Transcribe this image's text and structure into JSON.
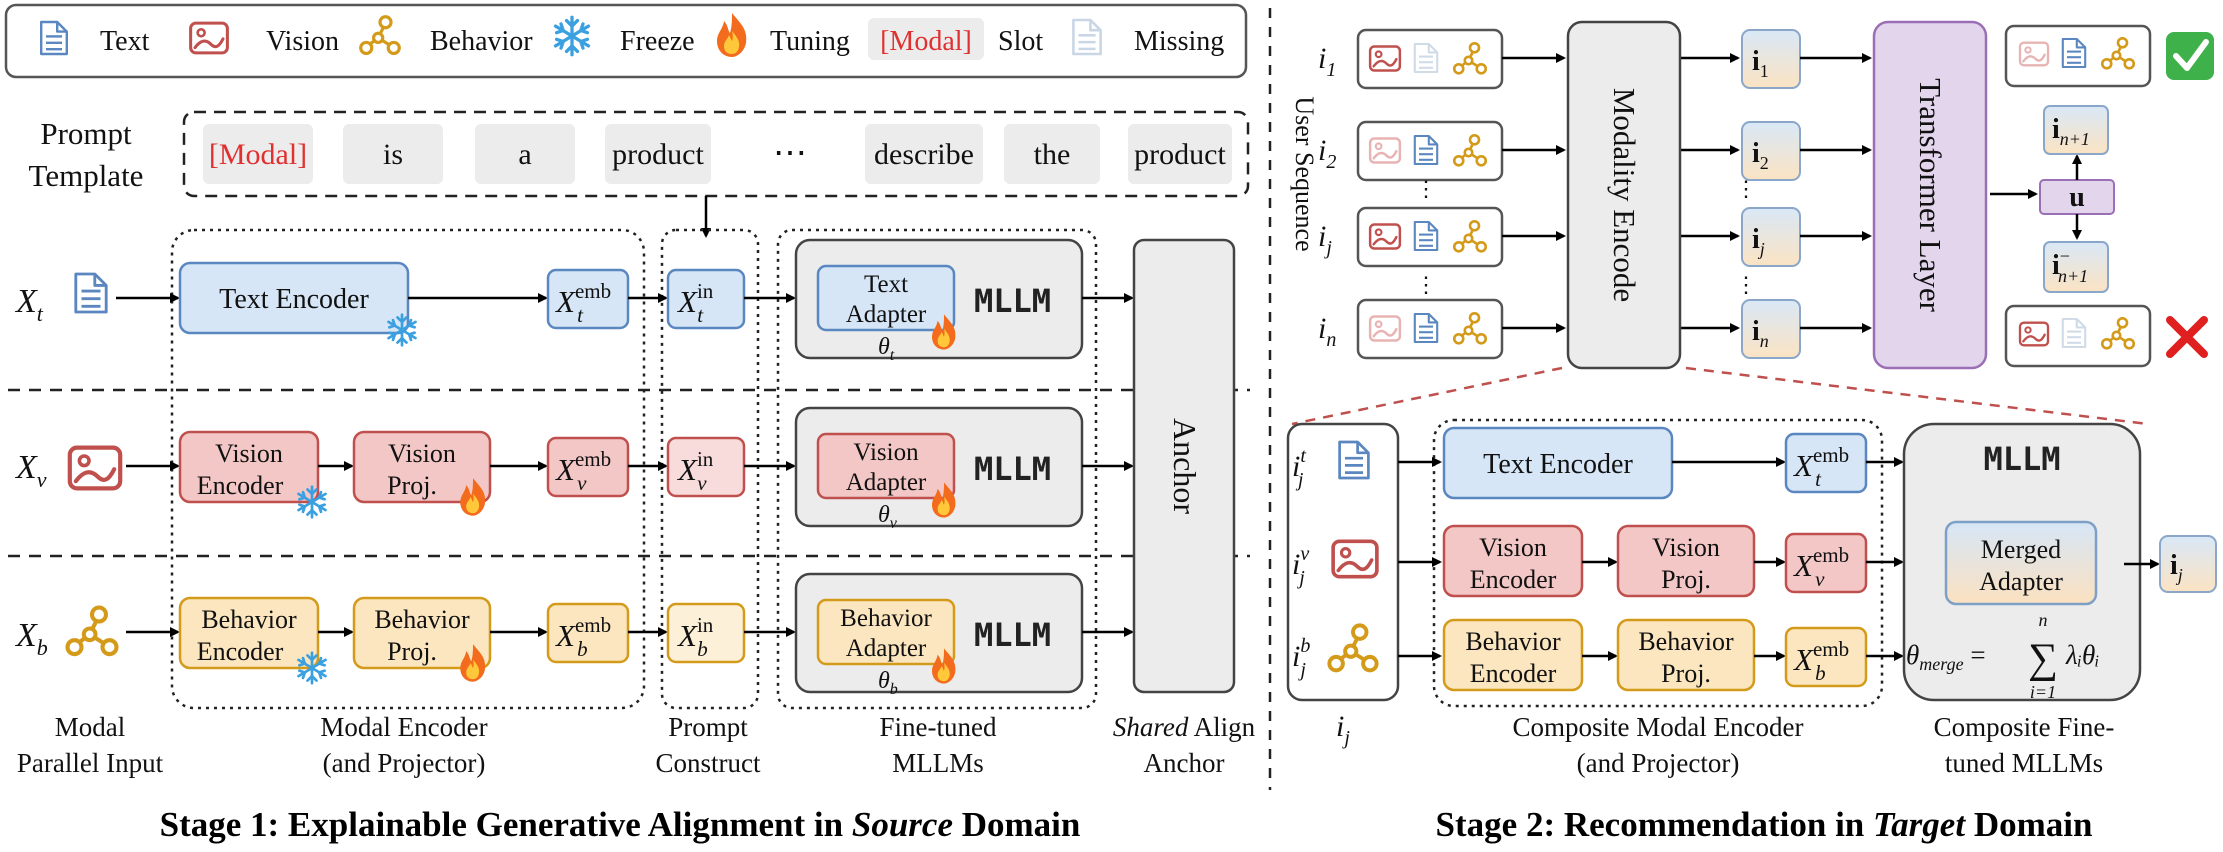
{
  "legend": {
    "text": "Text",
    "vision": "Vision",
    "behavior": "Behavior",
    "freeze": "Freeze",
    "tuning": "Tuning",
    "modal": "[Modal]",
    "slot": "Slot",
    "missing": "Missing"
  },
  "prompt": {
    "label_line1": "Prompt",
    "label_line2": "Template",
    "tokens": [
      "[Modal]",
      "is",
      "a",
      "product",
      "⋯",
      "describe",
      "the",
      "product"
    ]
  },
  "stage1": {
    "title_bold_prefix": "Stage 1: Explainable Generative Alignment in ",
    "title_italic": "Source",
    "title_bold_suffix": " Domain",
    "rows": {
      "text": {
        "input": "X",
        "input_sub": "t",
        "encoder": "Text Encoder",
        "emb_sub": "t",
        "adapter_line1": "Text",
        "adapter_line2": "Adapter",
        "theta_sub": "t"
      },
      "vision": {
        "input": "X",
        "input_sub": "v",
        "encoder_line1": "Vision",
        "encoder_line2": "Encoder",
        "proj_line1": "Vision",
        "proj_line2": "Proj.",
        "emb_sub": "v",
        "adapter_line1": "Vision",
        "adapter_line2": "Adapter",
        "theta_sub": "v"
      },
      "behavior": {
        "input": "X",
        "input_sub": "b",
        "encoder_line1": "Behavior",
        "encoder_line2": "Encoder",
        "proj_line1": "Behavior",
        "proj_line2": "Proj.",
        "emb_sub": "b",
        "adapter_line1": "Behavior",
        "adapter_line2": "Adapter",
        "theta_sub": "b"
      }
    },
    "emb_sup": "emb",
    "in_sup": "in",
    "mllm": "MLLM",
    "anchor": "Anchor",
    "bottom_labels": {
      "input": [
        "Modal",
        "Parallel Input"
      ],
      "encoder": [
        "Modal Encoder",
        "(and Projector)"
      ],
      "prompt": [
        "Prompt",
        "Construct"
      ],
      "mllm": [
        "Fine-tuned",
        "MLLMs"
      ],
      "anchor_italic": "Shared",
      "anchor_rest": " Align",
      "anchor_line2": "Anchor"
    }
  },
  "stage2": {
    "title_bold_prefix": "Stage 2: Recommendation in ",
    "title_italic": "Target",
    "title_bold_suffix": " Domain",
    "user_sequence": "User Sequence",
    "items": [
      "1",
      "2",
      "j",
      "n"
    ],
    "modality_encode": "Modality Encode",
    "transformer": "Transformer Layer",
    "u": "u",
    "pos_sub": "n+1",
    "neg_sub": "n+1",
    "composite": {
      "text_encoder": "Text Encoder",
      "vision_encoder": [
        "Vision",
        "Encoder"
      ],
      "vision_proj": [
        "Vision",
        "Proj."
      ],
      "behavior_encoder": [
        "Behavior",
        "Encoder"
      ],
      "behavior_proj": [
        "Behavior",
        "Proj."
      ],
      "mllm": "MLLM",
      "merged_adapter": [
        "Merged",
        "Adapter"
      ],
      "theta_merge": "θ",
      "theta_merge_sub": "merge",
      "sum_upper": "n",
      "sum_lower": "i=1",
      "sum_term": "λᵢθᵢ"
    },
    "bottom_labels": {
      "item": "i",
      "item_sub": "j",
      "encoder": [
        "Composite Modal Encoder",
        "(and Projector)"
      ],
      "mllm": [
        "Composite Fine-",
        "tuned MLLMs"
      ]
    }
  },
  "colors": {
    "text_fill": "#d6e6f7",
    "text_stroke": "#5b87c0",
    "vision_fill": "#f4c7c7",
    "vision_stroke": "#c0504d",
    "behavior_fill": "#fce6bf",
    "behavior_stroke": "#d49a1a",
    "adapter_box": "#ececec",
    "mllm_purple": "#e3d5ec",
    "purple_stroke": "#9b6fb5",
    "check": "#3fb14b",
    "cross": "#e02020",
    "modal_red": "#e03030"
  }
}
